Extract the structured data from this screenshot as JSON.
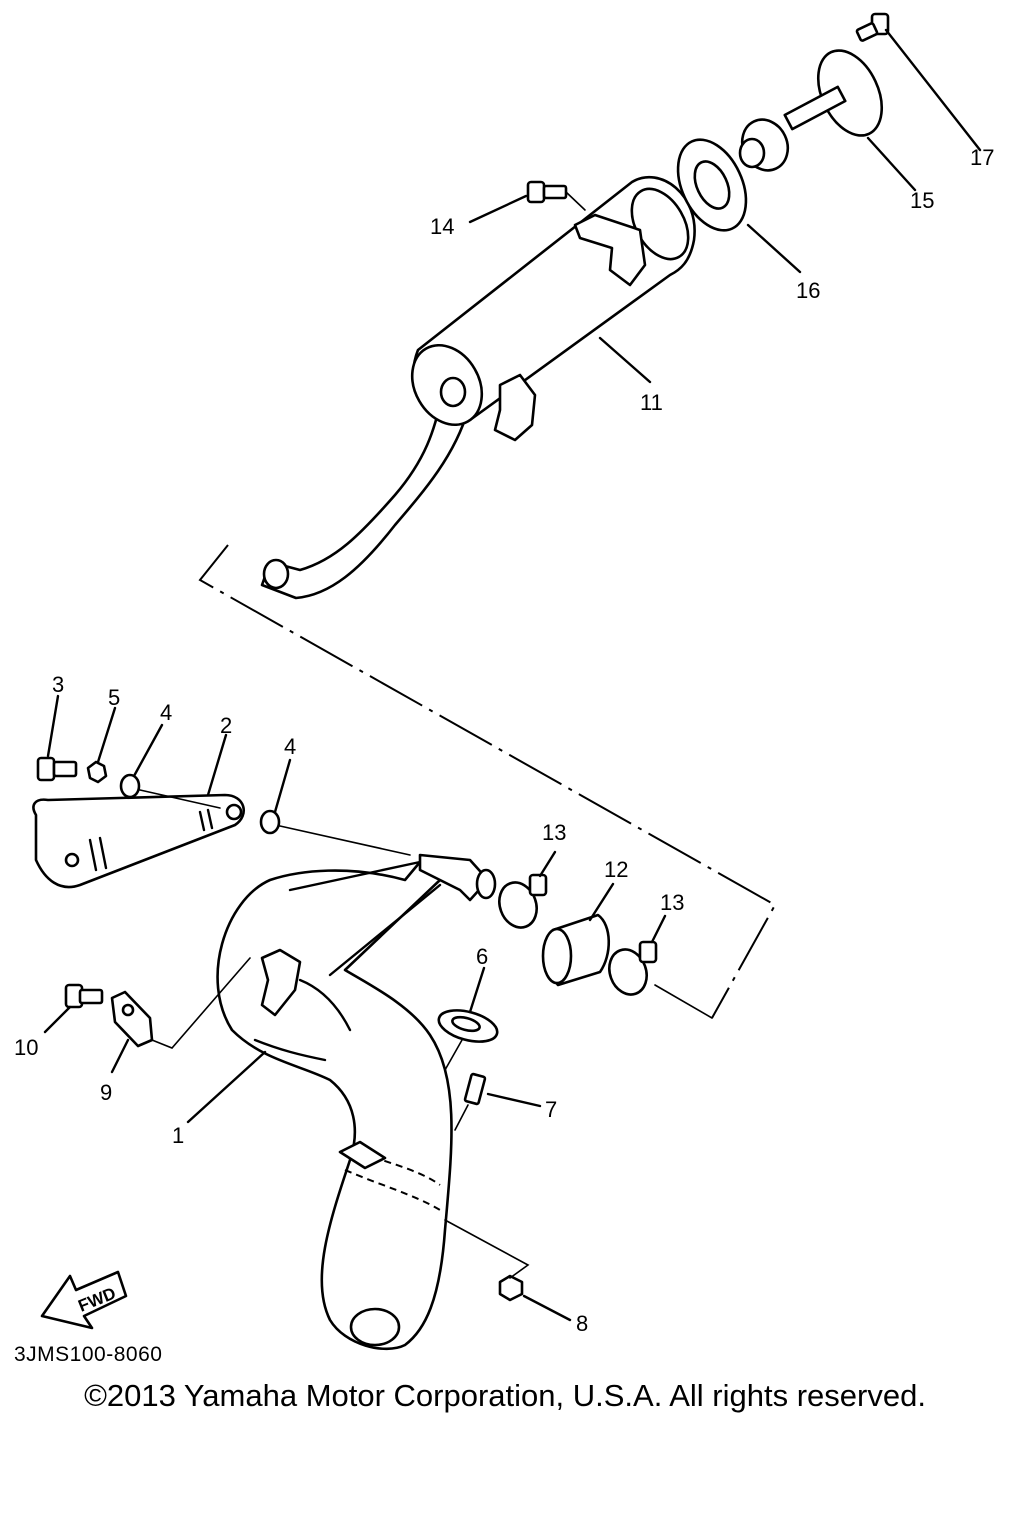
{
  "callouts": [
    {
      "id": "1",
      "label": "1"
    },
    {
      "id": "2",
      "label": "2"
    },
    {
      "id": "3",
      "label": "3"
    },
    {
      "id": "4a",
      "label": "4"
    },
    {
      "id": "4b",
      "label": "4"
    },
    {
      "id": "5",
      "label": "5"
    },
    {
      "id": "6",
      "label": "6"
    },
    {
      "id": "7",
      "label": "7"
    },
    {
      "id": "8",
      "label": "8"
    },
    {
      "id": "9",
      "label": "9"
    },
    {
      "id": "10",
      "label": "10"
    },
    {
      "id": "11",
      "label": "11"
    },
    {
      "id": "12",
      "label": "12"
    },
    {
      "id": "13a",
      "label": "13"
    },
    {
      "id": "13b",
      "label": "13"
    },
    {
      "id": "14",
      "label": "14"
    },
    {
      "id": "15",
      "label": "15"
    },
    {
      "id": "16",
      "label": "16"
    },
    {
      "id": "17",
      "label": "17"
    }
  ],
  "fwd_arrow": {
    "label": "FWD"
  },
  "diagram_code": "3JMS100-8060",
  "copyright": "©2013 Yamaha Motor Corporation, U.S.A. All rights reserved."
}
